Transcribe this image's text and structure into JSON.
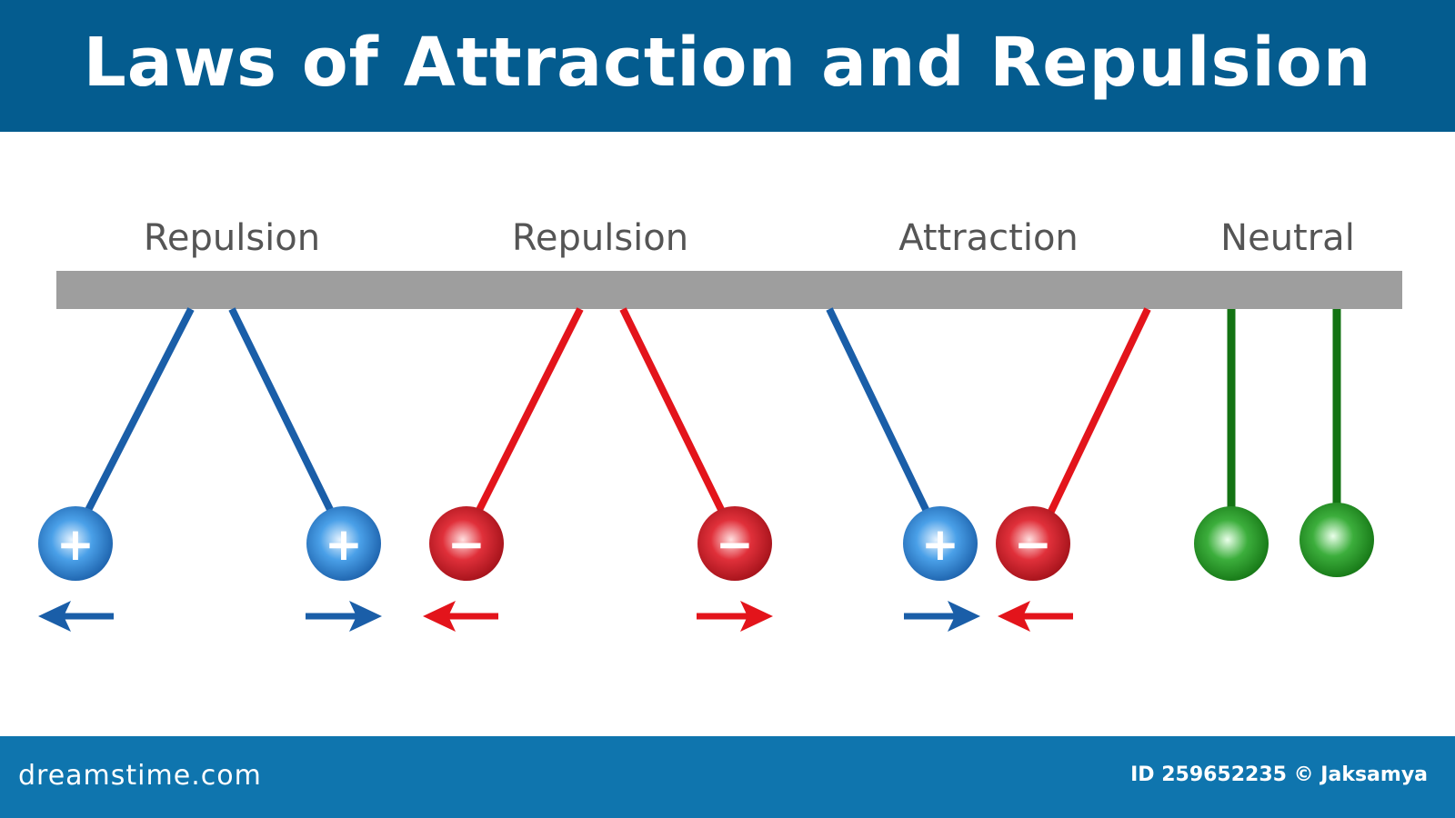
{
  "header": {
    "title": "Laws of Attraction and Repulsion"
  },
  "groups": [
    {
      "label": "Repulsion",
      "left_charge": "+",
      "right_charge": "+",
      "arrows": [
        "left",
        "right"
      ]
    },
    {
      "label": "Repulsion",
      "left_charge": "−",
      "right_charge": "−",
      "arrows": [
        "left",
        "right"
      ]
    },
    {
      "label": "Attraction",
      "left_charge": "+",
      "right_charge": "−",
      "arrows": [
        "right",
        "left"
      ]
    },
    {
      "label": "Neutral",
      "left_charge": "",
      "right_charge": "",
      "arrows": []
    }
  ],
  "colors": {
    "header_bg": "#045c8f",
    "footer_bg": "#0f75ae",
    "bar": "#9e9e9e",
    "positive": "#1a5ea8",
    "negative": "#e3141b",
    "neutral": "#137313",
    "label_text": "#555555"
  },
  "footer": {
    "brand": "dreamstime.com",
    "image_id": "ID 259652235 © Jaksamya"
  }
}
